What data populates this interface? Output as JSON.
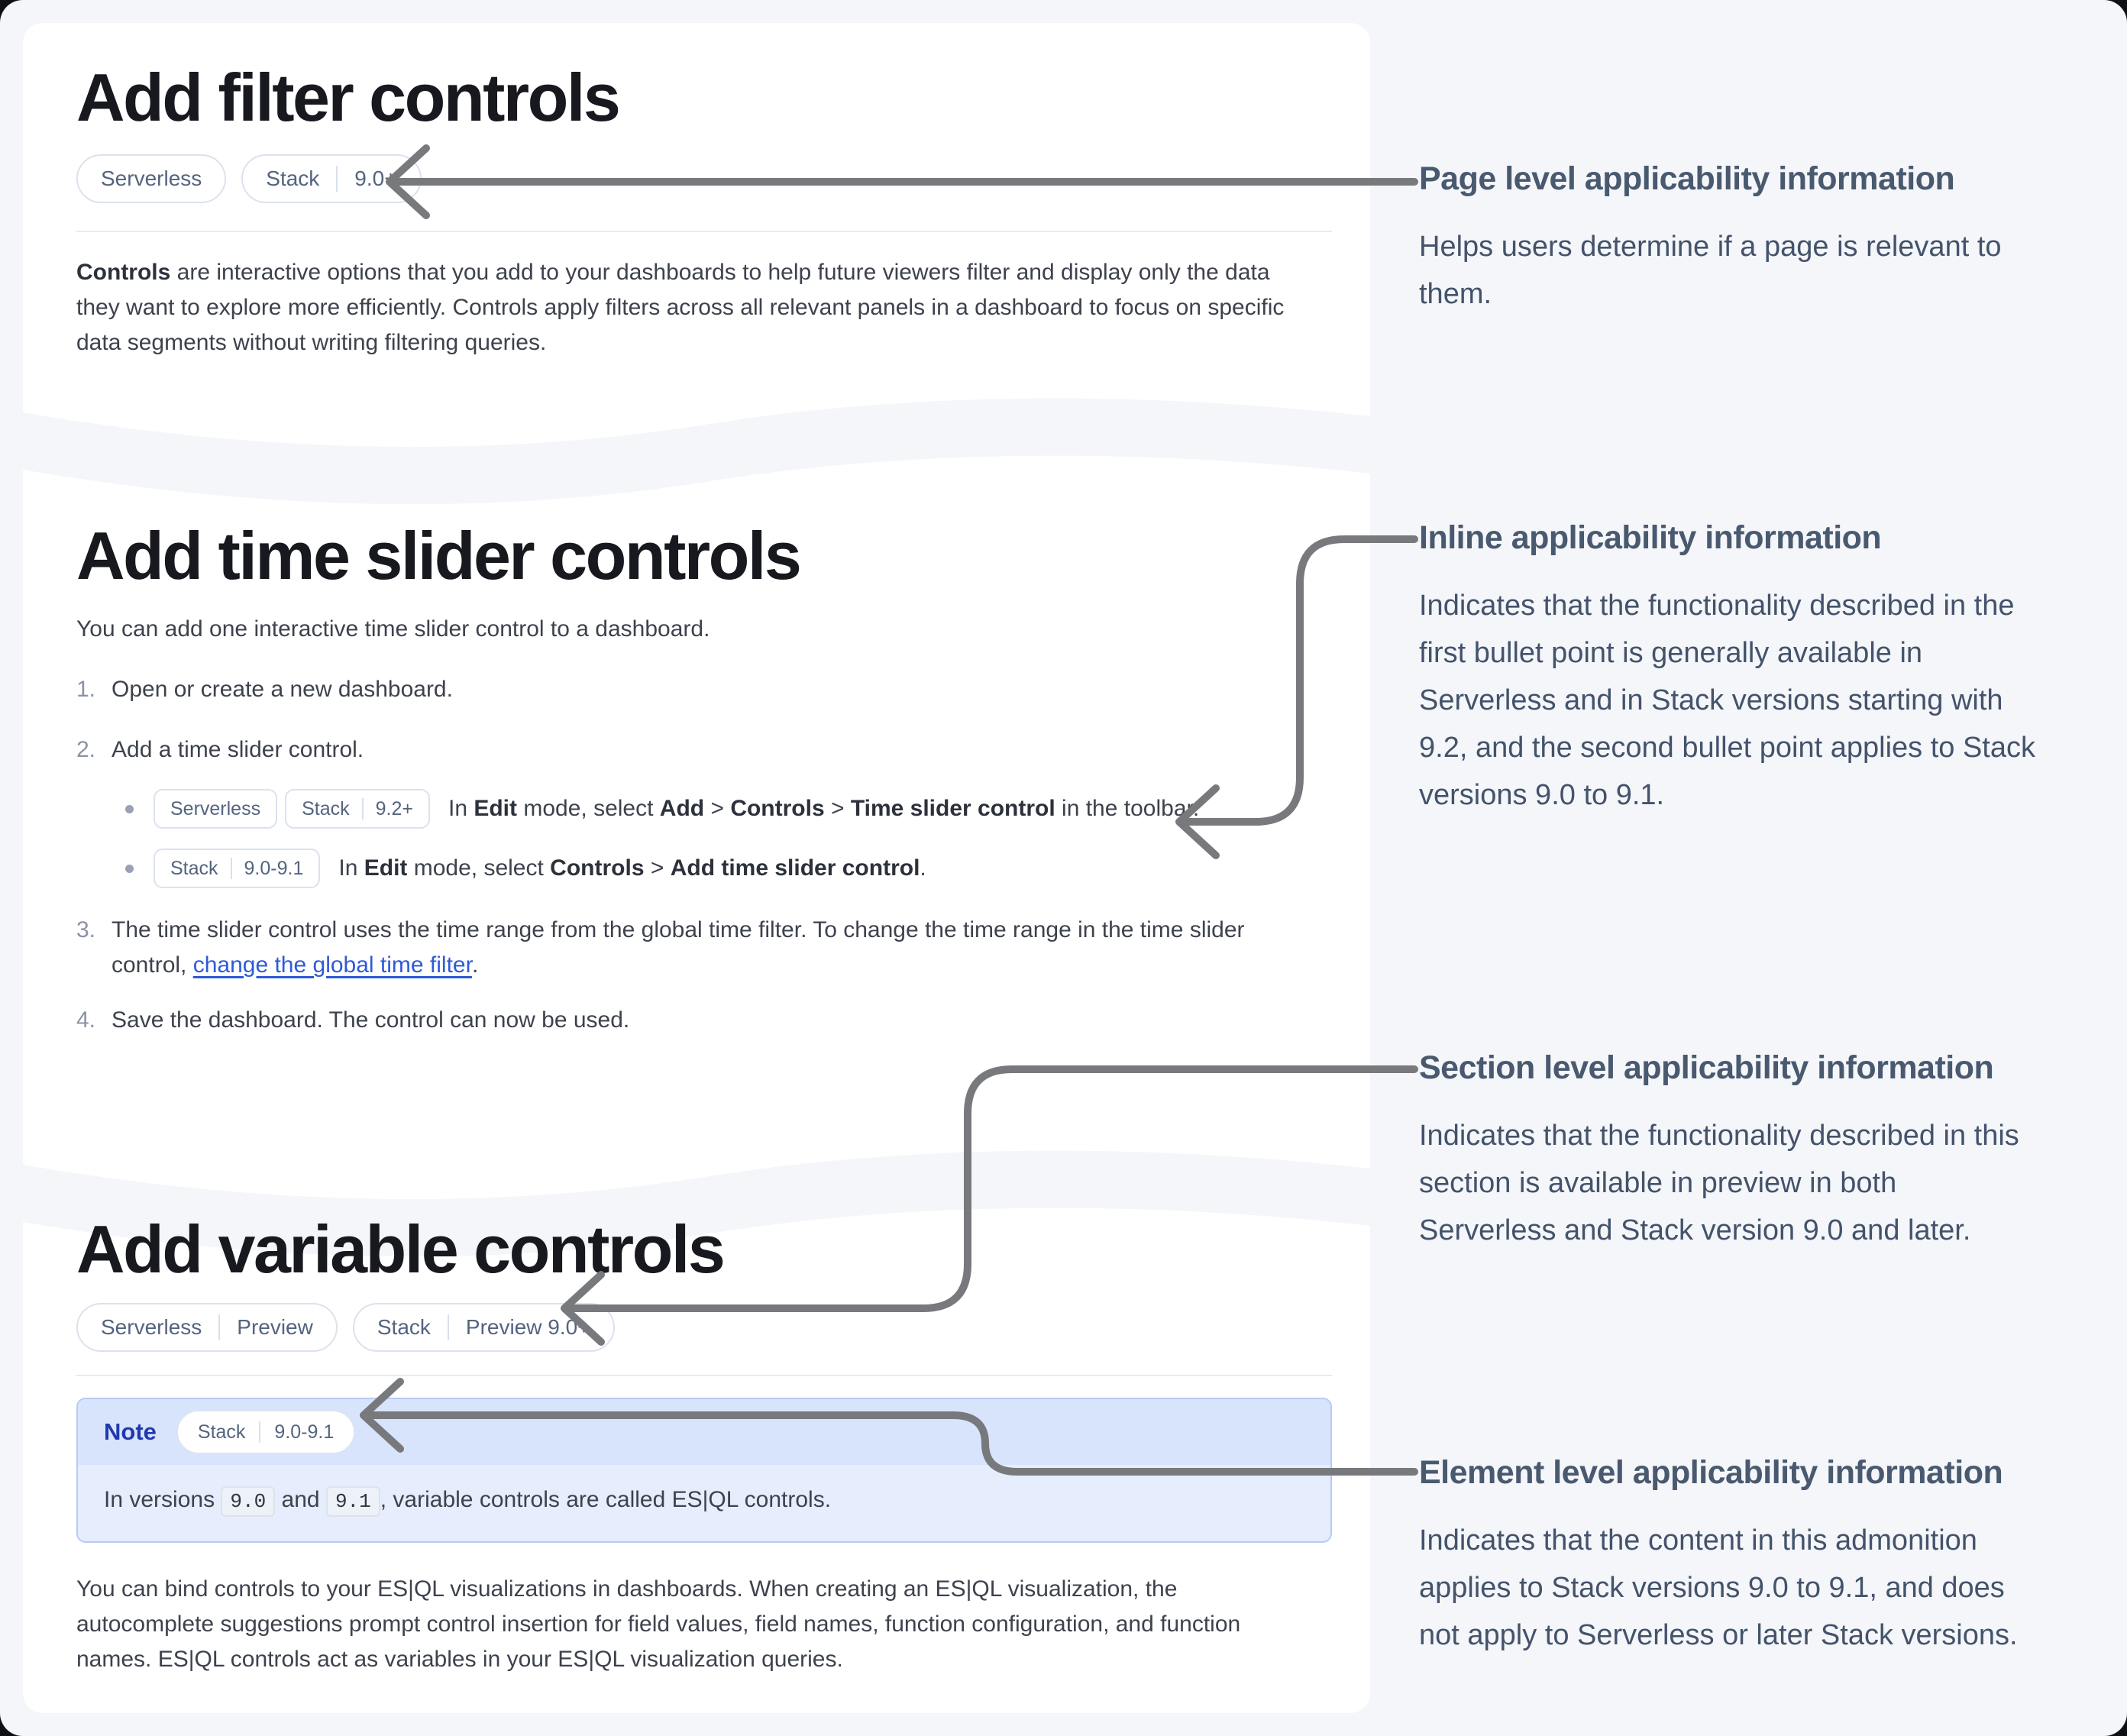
{
  "colors": {
    "page_background": "#f4f6fa",
    "card_background": "#ffffff",
    "arrow_gray": "#77797c",
    "note_header": "#d7e4fc",
    "note_body": "#e6eefd",
    "note_label_blue": "#2038b0",
    "link_blue": "#2e5ad7",
    "badge_text": "#54647f",
    "annotation_slate": "#49596f"
  },
  "card1": {
    "title": "Add filter controls",
    "badges": [
      {
        "segments": [
          "Serverless"
        ]
      },
      {
        "segments": [
          "Stack",
          "9.0+"
        ]
      }
    ],
    "paragraph": [
      {
        "t": "Controls",
        "b": true
      },
      {
        "t": " are interactive options that you add to your dashboards to help future viewers filter and display only the data they want to explore more efficiently. Controls apply filters across all relevant panels in a dashboard to focus on specific data segments without writing filtering queries."
      }
    ]
  },
  "card2": {
    "title": "Add time slider controls",
    "intro": "You can add one interactive time slider control to a dashboard.",
    "steps": [
      {
        "num": "1.",
        "segments": [
          {
            "t": "Open or create a new dashboard."
          }
        ]
      },
      {
        "num": "2.",
        "segments": [
          {
            "t": "Add a time slider control."
          }
        ]
      },
      {
        "num": "3.",
        "segments": [
          {
            "t": "The time slider control uses the time range from the global time filter. To change the time range in the time slider control, "
          },
          {
            "t": "change the global time filter",
            "link": true
          },
          {
            "t": "."
          }
        ]
      },
      {
        "num": "4.",
        "segments": [
          {
            "t": "Save the dashboard. The control can now be used."
          }
        ]
      }
    ],
    "bullets": [
      {
        "badges": [
          {
            "segments": [
              "Serverless"
            ]
          },
          {
            "segments": [
              "Stack",
              "9.2+"
            ]
          }
        ],
        "segments": [
          {
            "t": "In "
          },
          {
            "t": "Edit",
            "b": true
          },
          {
            "t": " mode, select "
          },
          {
            "t": "Add",
            "b": true
          },
          {
            "t": " > "
          },
          {
            "t": "Controls",
            "b": true
          },
          {
            "t": " > "
          },
          {
            "t": "Time slider control",
            "b": true
          },
          {
            "t": " in the toolbar."
          }
        ]
      },
      {
        "badges": [
          {
            "segments": [
              "Stack",
              "9.0-9.1"
            ]
          }
        ],
        "segments": [
          {
            "t": "In "
          },
          {
            "t": "Edit",
            "b": true
          },
          {
            "t": " mode, select "
          },
          {
            "t": "Controls",
            "b": true
          },
          {
            "t": " > "
          },
          {
            "t": "Add time slider control",
            "b": true
          },
          {
            "t": "."
          }
        ]
      }
    ]
  },
  "card3": {
    "title": "Add variable controls",
    "badges": [
      {
        "segments": [
          "Serverless",
          "Preview"
        ]
      },
      {
        "segments": [
          "Stack",
          "Preview 9.0+"
        ]
      }
    ],
    "note": {
      "label": "Note",
      "badge": {
        "segments": [
          "Stack",
          "9.0-9.1"
        ]
      },
      "body": [
        {
          "t": "In versions "
        },
        {
          "t": "9.0",
          "code": true
        },
        {
          "t": " and "
        },
        {
          "t": "9.1",
          "code": true
        },
        {
          "t": ", variable controls are called ES|QL controls."
        }
      ]
    },
    "paragraph": [
      {
        "t": "You can bind controls to your ES|QL visualizations in dashboards. When creating an ES|QL visualization, the autocomplete suggestions prompt control insertion for field values, field names, function configuration, and function names. ES|QL controls act as variables in your ES|QL visualization queries."
      }
    ]
  },
  "annotations": [
    {
      "heading": "Page level applicability information",
      "body": "Helps users determine if a page is relevant to them."
    },
    {
      "heading": "Inline applicability information",
      "body": "Indicates that the functionality described in the first bullet point is generally available in Serverless and in Stack versions starting with 9.2, and the second bullet point applies to Stack versions 9.0 to 9.1."
    },
    {
      "heading": "Section level applicability information",
      "body": "Indicates that the functionality described in this section is available in preview in both Serverless and Stack version 9.0 and later."
    },
    {
      "heading": "Element level applicability information",
      "body": "Indicates that the content in this admonition applies to Stack versions 9.0 to 9.1, and does not apply to Serverless or later Stack versions."
    }
  ]
}
